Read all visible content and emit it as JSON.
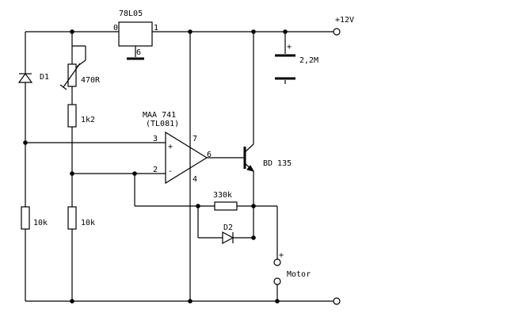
{
  "labels": {
    "regulator": "78L05",
    "reg_pin_in": "0",
    "reg_pin_out": "1",
    "reg_pin_gnd": "6",
    "supply": "+12V",
    "cap_plus": "+",
    "cap_value": "2,2M",
    "diode1": "D1",
    "pot": "470R",
    "r_1k2": "1k2",
    "opamp_name": "MAA 741",
    "opamp_alt": "(TL081)",
    "pin7": "7",
    "pin3": "3",
    "pin2": "2",
    "pin6": "6",
    "pin4": "4",
    "in_plus": "+",
    "in_minus": "-",
    "transistor": "BD 135",
    "r_330k": "330k",
    "diode2": "D2",
    "r_10k_left": "10k",
    "r_10k_mid": "10k",
    "motor_plus": "+",
    "motor": "Motor"
  }
}
